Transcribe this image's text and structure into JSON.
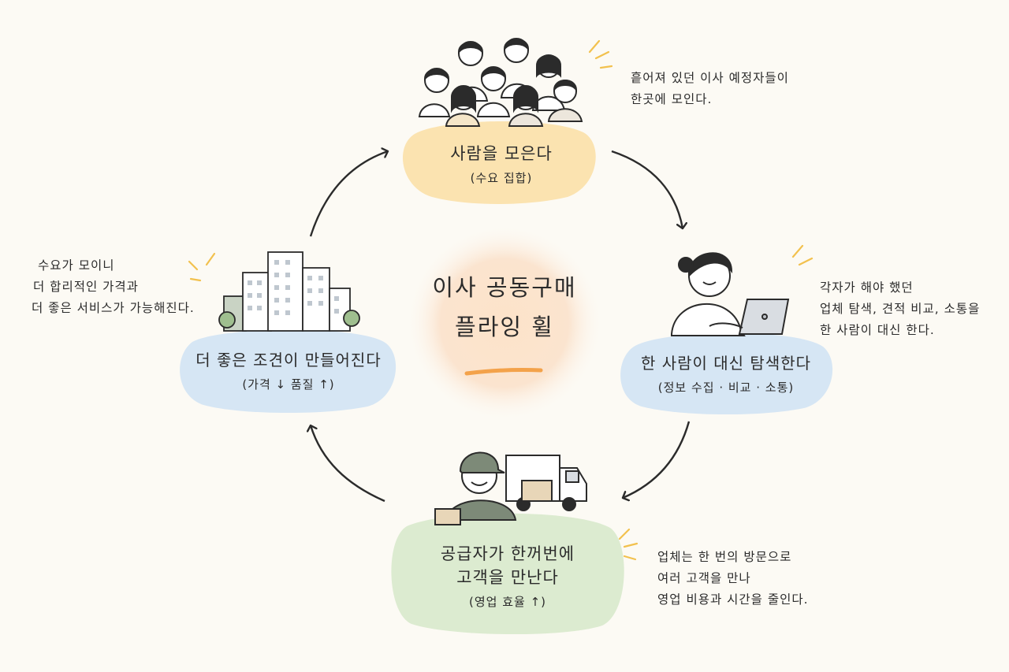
{
  "center": {
    "title_line1": "이사 공동구매",
    "title_line2": "플라잉 휠"
  },
  "nodes": {
    "top": {
      "title": "사람을 모은다",
      "subtitle": "(수요 집합)"
    },
    "right": {
      "title": "한 사람이 대신 탐색한다",
      "subtitle": "(정보 수집 · 비교 · 소통)"
    },
    "bottom": {
      "title_line1": "공급자가 한꺼번에",
      "title_line2": "고객을 만난다",
      "subtitle": "(영업 효율 ↑)"
    },
    "left": {
      "title": "더 좋은 조견이 만들어진다",
      "subtitle": "(가격 ↓ 품질 ↑)"
    }
  },
  "notes": {
    "top": [
      "흩어져 있던 이사 예정자들이",
      "한곳에 모인다."
    ],
    "right": [
      "각자가 해야 했던",
      "업체 탐색, 견적 비교, 소통을",
      "한 사람이 대신 한다."
    ],
    "bottom": [
      "업체는 한 번의 방문으로",
      "여러 고객을 만나",
      "영업 비용과 시간을 줄인다."
    ],
    "left": [
      "수요가 모이니",
      "더 합리적인 가격과",
      "더 좋은 서비스가 가능해진다."
    ]
  },
  "colors": {
    "background": "#fcfaf4",
    "top_blob": "#fbe3b0",
    "right_blob": "#d6e6f4",
    "bottom_blob": "#dcebd0",
    "left_blob": "#d6e6f4",
    "center_glow": "#fad9b8",
    "underline": "#f3a24a",
    "sparkle": "#f2c14e",
    "ink": "#2b2b2b"
  },
  "icons": {
    "top": "crowd-of-people-illustration",
    "right": "person-with-laptop-illustration",
    "bottom": "delivery-worker-with-truck-illustration",
    "left": "apartment-buildings-illustration"
  }
}
